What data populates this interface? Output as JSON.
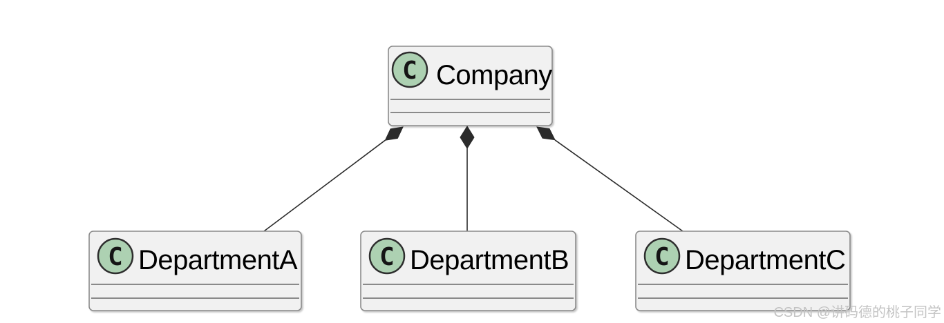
{
  "diagram": {
    "type": "uml-class-diagram",
    "classes": [
      {
        "id": "company",
        "label": "Company",
        "icon_letter": "C",
        "icon_meaning": "class"
      },
      {
        "id": "departmentA",
        "label": "DepartmentA",
        "icon_letter": "C",
        "icon_meaning": "class"
      },
      {
        "id": "departmentB",
        "label": "DepartmentB",
        "icon_letter": "C",
        "icon_meaning": "class"
      },
      {
        "id": "departmentC",
        "label": "DepartmentC",
        "icon_letter": "C",
        "icon_meaning": "class"
      }
    ],
    "relations": [
      {
        "from": "Company",
        "to": "DepartmentA",
        "type": "composition",
        "diamond": "filled",
        "diamond_at": "Company"
      },
      {
        "from": "Company",
        "to": "DepartmentB",
        "type": "composition",
        "diamond": "filled",
        "diamond_at": "Company"
      },
      {
        "from": "Company",
        "to": "DepartmentC",
        "type": "composition",
        "diamond": "filled",
        "diamond_at": "Company"
      }
    ],
    "colors": {
      "icon_fill": "#ADD1B2",
      "icon_stroke": "#2e2e2e",
      "box_fill": "#f1f1f1",
      "box_border": "#8b8b8b",
      "edge_color": "#2b2b2b",
      "watermark_color": "#c3c3c3"
    }
  },
  "watermark": {
    "text": "CSDN @讲码德的桃子同学"
  }
}
